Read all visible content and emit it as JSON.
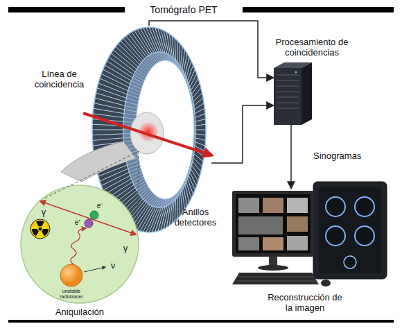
{
  "diagram": {
    "title": "Tomógrafo PET",
    "nodes": [
      {
        "text": [
          "Anillos detectores"
        ]
      },
      {
        "text": [
          "Procesamiento de coincidencias"
        ]
      },
      {
        "text": [
          "Reconstrucción de la imagen"
        ]
      },
      {
        "text": [
          "Aniquilación",
          "γ",
          "γ",
          "e⁻",
          "e⁺",
          "ν",
          "unstable radiotracer"
        ]
      }
    ],
    "edges": [
      {
        "from": 0,
        "to": 1,
        "arrow": "to"
      },
      {
        "from": 0,
        "to": 1,
        "arrow": "to"
      },
      {
        "from": 1,
        "to": 2,
        "label": "Sinogramas",
        "arrow": "to"
      }
    ],
    "labels": [
      "Línea de coincidencia"
    ]
  }
}
